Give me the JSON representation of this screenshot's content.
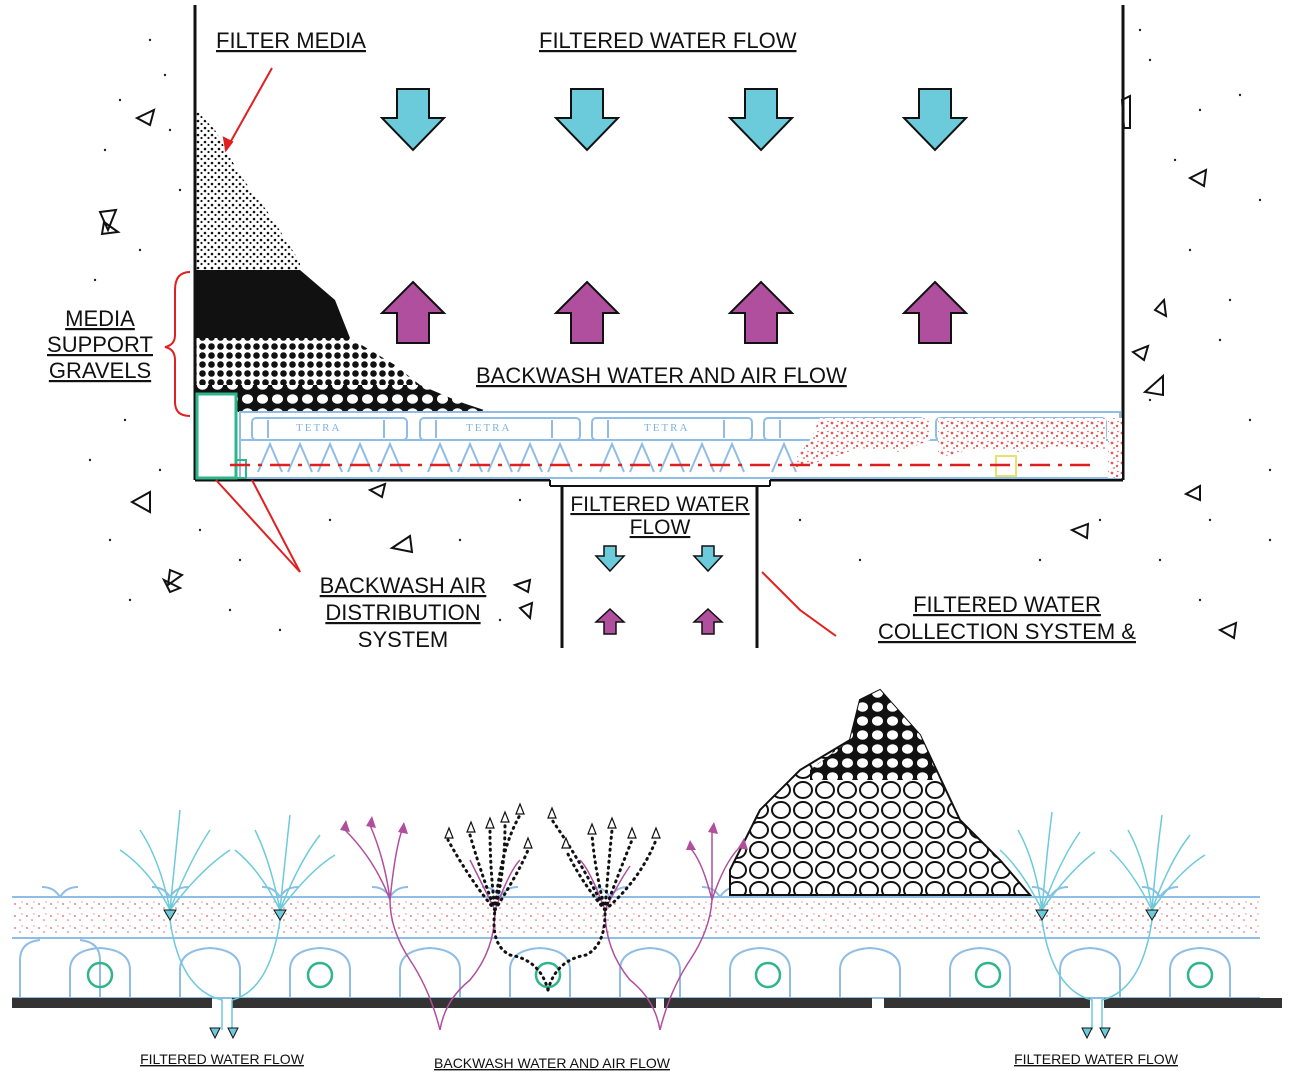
{
  "diagram": {
    "top_section": {
      "labels": {
        "filter_media": "FILTER MEDIA",
        "filtered_water_flow": "FILTERED WATER FLOW",
        "media_support_gravels": [
          "MEDIA",
          "SUPPORT",
          "GRAVELS"
        ],
        "backwash_water_and_air_flow": "BACKWASH WATER AND AIR FLOW",
        "channel_filtered_water_flow": [
          "FILTERED WATER",
          "FLOW"
        ],
        "backwash_air_distribution_system": [
          "BACKWASH AIR",
          "DISTRIBUTION",
          "SYSTEM"
        ],
        "filtered_water_collection_system": [
          "FILTERED WATER",
          "COLLECTION SYSTEM &"
        ],
        "underdrain_block_brand": "TETRA"
      }
    },
    "bottom_section": {
      "labels": {
        "left_filtered_water_flow": "FILTERED WATER FLOW",
        "center_backwash": "BACKWASH WATER AND AIR FLOW",
        "right_filtered_water_flow": "FILTERED WATER FLOW"
      }
    },
    "colors": {
      "filtered_water_arrow": "#6ccbdb",
      "backwash_arrow": "#b04f9e",
      "underdrain_block": "#8fbde6",
      "media_particles": "#e25b5b",
      "air_channel_outline": "#2fb58a",
      "leader_line": "#e02020",
      "backwash_stream": "#b04f9e",
      "filtered_stream": "#6ccbdb"
    }
  }
}
